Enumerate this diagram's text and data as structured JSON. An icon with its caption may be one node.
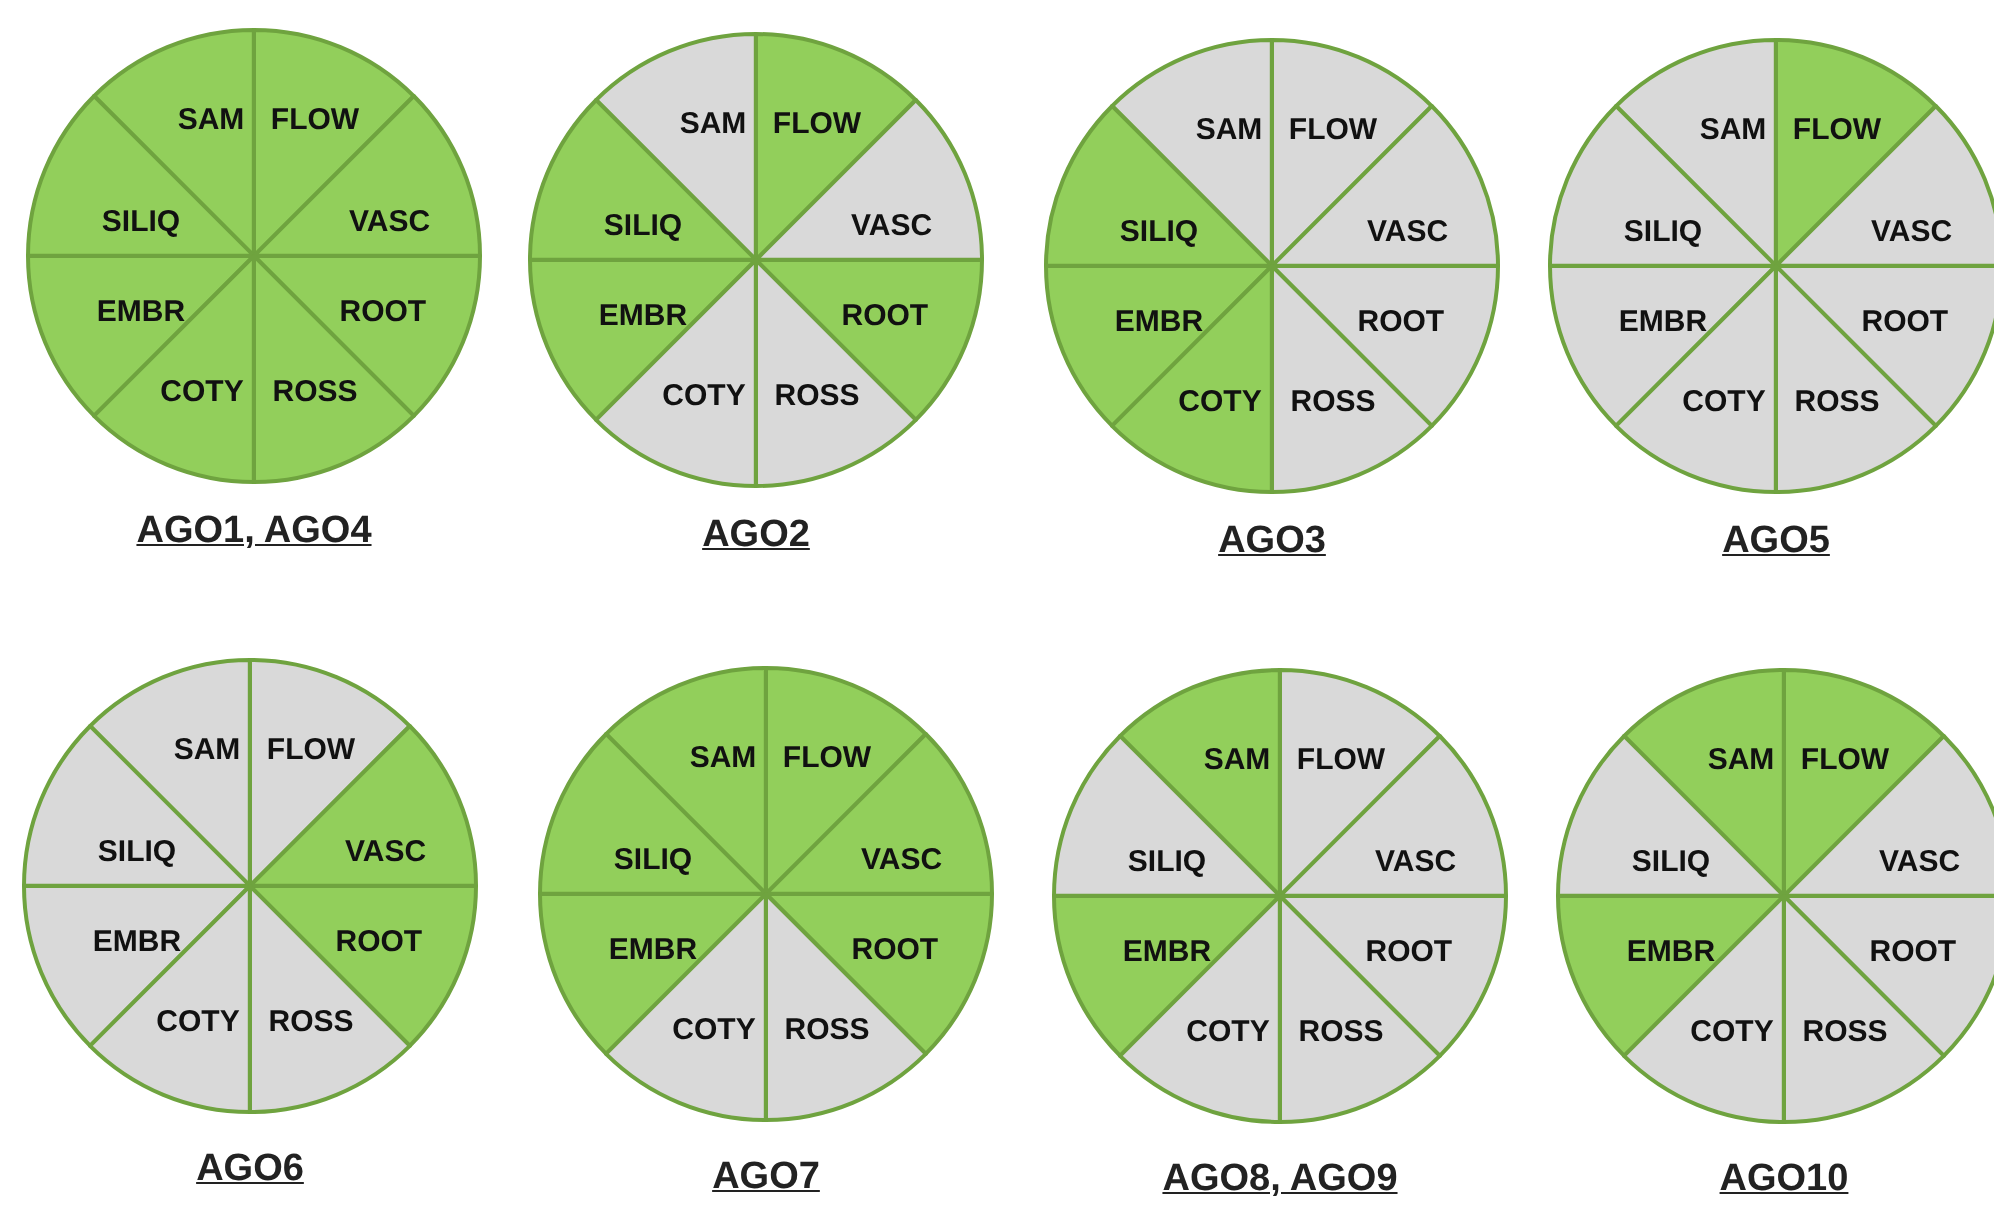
{
  "diagram": {
    "nodes": [
      {
        "text": [
          "AGO1, AGO4"
        ]
      },
      {
        "text": [
          "SAM"
        ],
        "in": 0
      },
      {
        "text": [
          "FLOW"
        ],
        "in": 0
      },
      {
        "text": [
          "SILIQ"
        ],
        "in": 0
      },
      {
        "text": [
          "VASC"
        ],
        "in": 0
      },
      {
        "text": [
          "EMBR"
        ],
        "in": 0
      },
      {
        "text": [
          "ROOT"
        ],
        "in": 0
      },
      {
        "text": [
          "COTY"
        ],
        "in": 0
      },
      {
        "text": [
          "ROSS"
        ],
        "in": 0
      },
      {
        "text": [
          "AGO2"
        ]
      },
      {
        "text": [
          "SAM"
        ],
        "in": 9
      },
      {
        "text": [
          "FLOW"
        ],
        "in": 9
      },
      {
        "text": [
          "SILIQ"
        ],
        "in": 9
      },
      {
        "text": [
          "VASC"
        ],
        "in": 9
      },
      {
        "text": [
          "EMBR"
        ],
        "in": 9
      },
      {
        "text": [
          "ROOT"
        ],
        "in": 9
      },
      {
        "text": [
          "COTY"
        ],
        "in": 9
      },
      {
        "text": [
          "ROSS"
        ],
        "in": 9
      },
      {
        "text": [
          "AGO3"
        ]
      },
      {
        "text": [
          "SAM"
        ],
        "in": 18
      },
      {
        "text": [
          "FLOW"
        ],
        "in": 18
      },
      {
        "text": [
          "SILIQ"
        ],
        "in": 18
      },
      {
        "text": [
          "VASC"
        ],
        "in": 18
      },
      {
        "text": [
          "EMBR"
        ],
        "in": 18
      },
      {
        "text": [
          "ROOT"
        ],
        "in": 18
      },
      {
        "text": [
          "COTY"
        ],
        "in": 18
      },
      {
        "text": [
          "ROSS"
        ],
        "in": 18
      },
      {
        "text": [
          "AGO5"
        ]
      },
      {
        "text": [
          "SAM"
        ],
        "in": 27
      },
      {
        "text": [
          "FLOW"
        ],
        "in": 27
      },
      {
        "text": [
          "SILIQ"
        ],
        "in": 27
      },
      {
        "text": [
          "VASC"
        ],
        "in": 27
      },
      {
        "text": [
          "EMBR"
        ],
        "in": 27
      },
      {
        "text": [
          "ROOT"
        ],
        "in": 27
      },
      {
        "text": [
          "COTY"
        ],
        "in": 27
      },
      {
        "text": [
          "ROSS"
        ],
        "in": 27
      },
      {
        "text": [
          "AGO6"
        ]
      },
      {
        "text": [
          "SAM"
        ],
        "in": 36
      },
      {
        "text": [
          "FLOW"
        ],
        "in": 36
      },
      {
        "text": [
          "SILIQ"
        ],
        "in": 36
      },
      {
        "text": [
          "VASC"
        ],
        "in": 36
      },
      {
        "text": [
          "EMBR"
        ],
        "in": 36
      },
      {
        "text": [
          "ROOT"
        ],
        "in": 36
      },
      {
        "text": [
          "COTY"
        ],
        "in": 36
      },
      {
        "text": [
          "ROSS"
        ],
        "in": 36
      },
      {
        "text": [
          "AGO7"
        ]
      },
      {
        "text": [
          "SAM"
        ],
        "in": 45
      },
      {
        "text": [
          "FLOW"
        ],
        "in": 45
      },
      {
        "text": [
          "SILIQ"
        ],
        "in": 45
      },
      {
        "text": [
          "VASC"
        ],
        "in": 45
      },
      {
        "text": [
          "EMBR"
        ],
        "in": 45
      },
      {
        "text": [
          "ROOT"
        ],
        "in": 45
      },
      {
        "text": [
          "COTY"
        ],
        "in": 45
      },
      {
        "text": [
          "ROSS"
        ],
        "in": 45
      },
      {
        "text": [
          "AGO8, AGO9"
        ]
      },
      {
        "text": [
          "SAM"
        ],
        "in": 54
      },
      {
        "text": [
          "FLOW"
        ],
        "in": 54
      },
      {
        "text": [
          "SILIQ"
        ],
        "in": 54
      },
      {
        "text": [
          "VASC"
        ],
        "in": 54
      },
      {
        "text": [
          "EMBR"
        ],
        "in": 54
      },
      {
        "text": [
          "ROOT"
        ],
        "in": 54
      },
      {
        "text": [
          "COTY"
        ],
        "in": 54
      },
      {
        "text": [
          "ROSS"
        ],
        "in": 54
      },
      {
        "text": [
          "AGO10"
        ]
      },
      {
        "text": [
          "SAM"
        ],
        "in": 63
      },
      {
        "text": [
          "FLOW"
        ],
        "in": 63
      },
      {
        "text": [
          "SILIQ"
        ],
        "in": 63
      },
      {
        "text": [
          "VASC"
        ],
        "in": 63
      },
      {
        "text": [
          "EMBR"
        ],
        "in": 63
      },
      {
        "text": [
          "ROOT"
        ],
        "in": 63
      },
      {
        "text": [
          "COTY"
        ],
        "in": 63
      },
      {
        "text": [
          "ROSS"
        ],
        "in": 63
      }
    ]
  }
}
